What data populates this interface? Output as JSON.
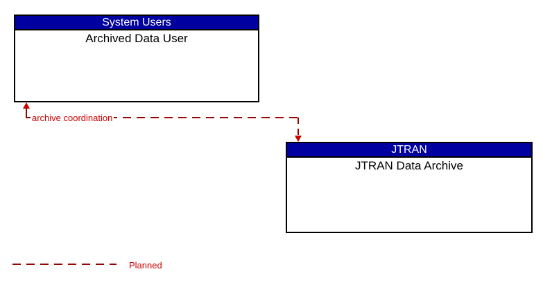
{
  "diagram": {
    "type": "interconnect-flow-diagram",
    "boxes": [
      {
        "id": "system-users",
        "header": "System Users",
        "body": "Archived Data User"
      },
      {
        "id": "jtran",
        "header": "JTRAN",
        "body": "JTRAN Data Archive"
      }
    ],
    "connection": {
      "label": "archive coordination",
      "from": "JTRAN Data Archive",
      "to": "Archived Data User",
      "style": "dashed",
      "status": "planned"
    },
    "legend": {
      "label": "Planned",
      "line_style": "dashed"
    },
    "colors": {
      "header_bg": "#0000A0",
      "header_text": "#FFFFFF",
      "body_text": "#000000",
      "line": "#990000",
      "arrow": "#CC0000",
      "label_text": "#CC0000"
    }
  }
}
